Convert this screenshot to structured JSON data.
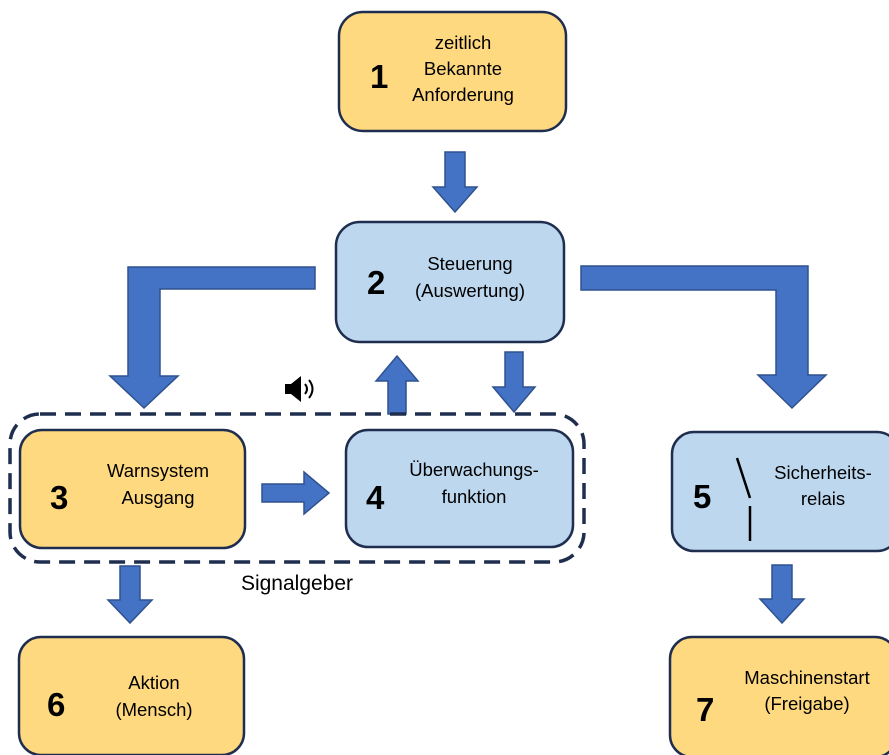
{
  "colors": {
    "box_yellow": "#ffd97f",
    "box_blue": "#bdd7ee",
    "box_border": "#1f2d4e",
    "arrow_fill": "#4472c4",
    "arrow_stroke": "#2f528f",
    "dashed_border": "#1f2d4e"
  },
  "nodes": {
    "n1": {
      "number": "1",
      "lines": [
        "zeitlich",
        "Bekannte",
        "Anforderung"
      ]
    },
    "n2": {
      "number": "2",
      "lines": [
        "Steuerung",
        "(Auswertung)"
      ]
    },
    "n3": {
      "number": "3",
      "lines": [
        "Warnsystem",
        "Ausgang"
      ]
    },
    "n4": {
      "number": "4",
      "lines": [
        "Überwachungs-",
        "funktion"
      ]
    },
    "n5": {
      "number": "5",
      "lines": [
        "Sicherheits-",
        "relais"
      ],
      "icon": "relay-switch-icon"
    },
    "n6": {
      "number": "6",
      "lines": [
        "Aktion",
        "(Mensch)"
      ]
    },
    "n7": {
      "number": "7",
      "lines": [
        "Maschinenstart",
        "(Freigabe)"
      ]
    }
  },
  "group": {
    "label": "Signalgeber",
    "icon": "speaker-icon"
  }
}
